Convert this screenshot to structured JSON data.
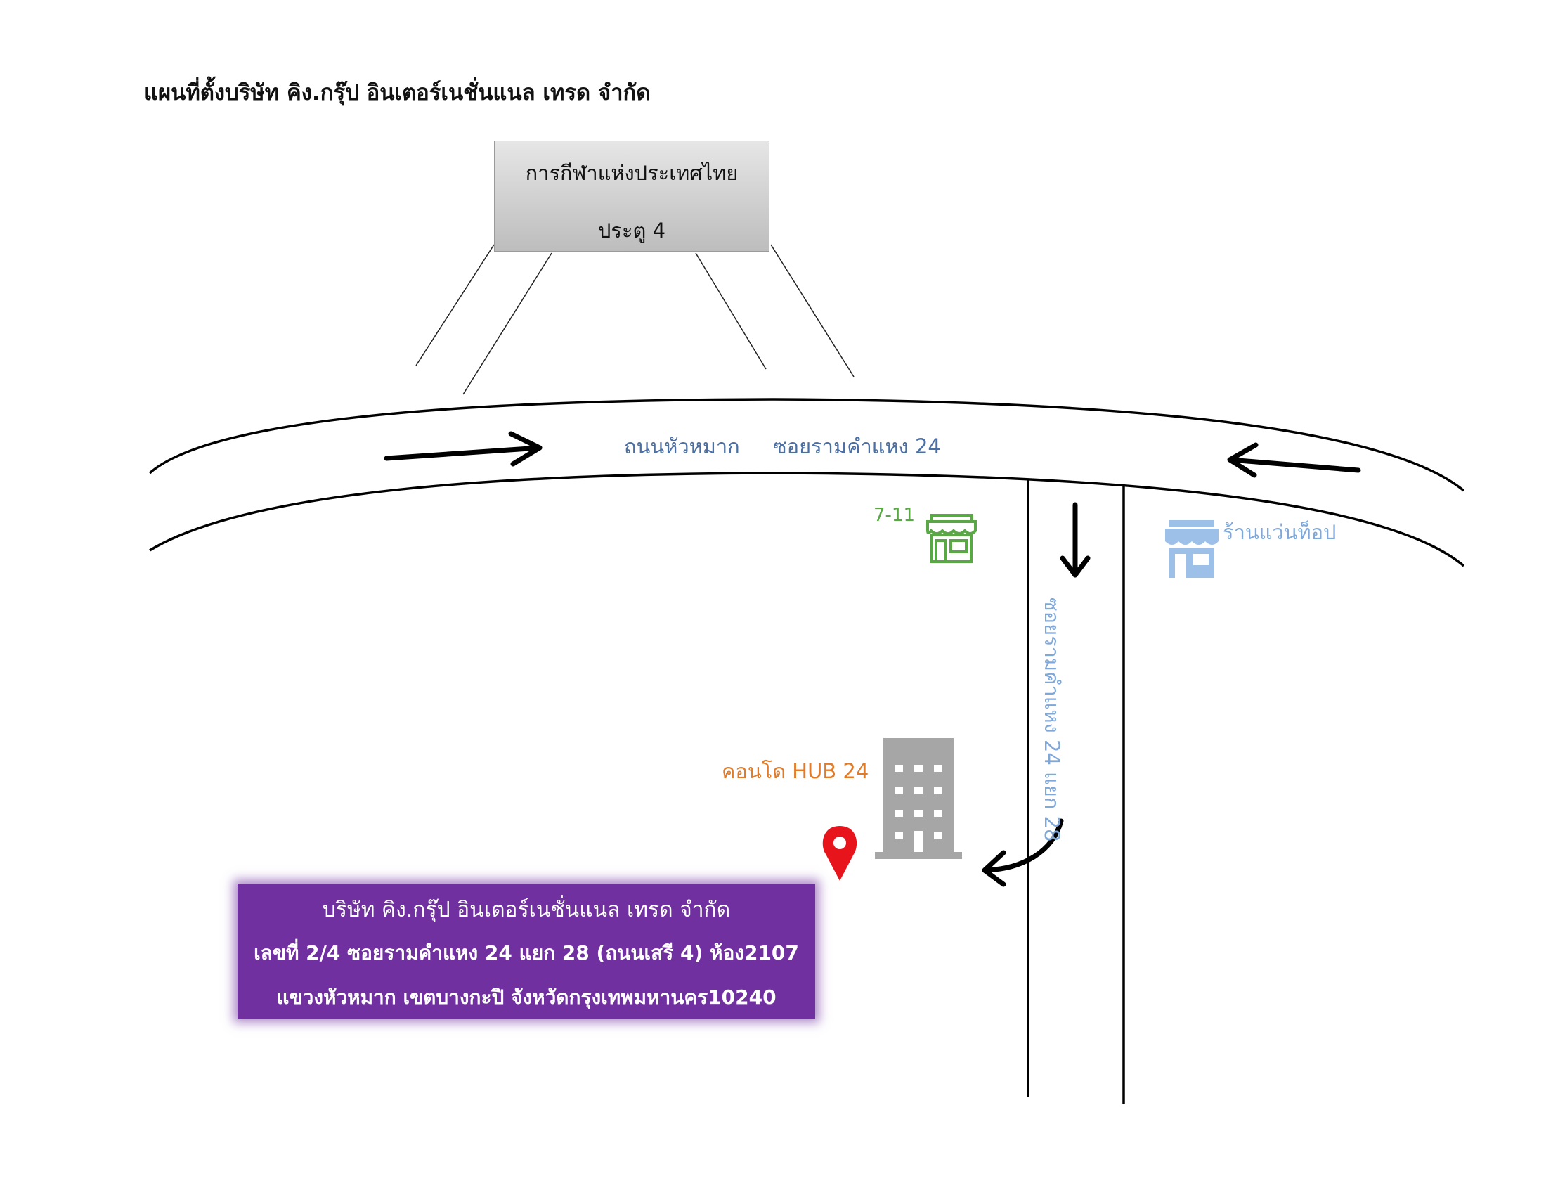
{
  "title": "แผนที่ตั้งบริษัท คิง.กรุ๊ป อินเตอร์เนชั่นแนล เทรด จำกัด",
  "gate": {
    "line1": "การกีฬาแห่งประเทศไทย",
    "line2": "ประตู 4"
  },
  "roads": {
    "main": "ถนนหัวหมาก",
    "soi": "ซอยรามคำแหง 24",
    "soi_vertical": "ซอยรามคำแหง 24 แยก 28"
  },
  "landmarks": {
    "seven_eleven": "7-11",
    "glasses_shop": "ร้านแว่นท็อป",
    "condo": "คอนโด HUB 24"
  },
  "address": {
    "line1": "บริษัท คิง.กรุ๊ป อินเตอร์เนชั่นแนล เทรด จำกัด",
    "line2": "เลขที่ 2/4 ซอยรามคำแหง 24 แยก 28 (ถนนเสรี 4) ห้อง2107",
    "line3": "แขวงหัวหมาก เขตบางกะปิ จังหวัดกรุงเทพมหานคร10240"
  },
  "colors": {
    "address_bg": "#7030a0",
    "road_label": "#4a6fa5",
    "seven_eleven": "#5aa845",
    "shop": "#7fa7d8",
    "condo": "#e07b2a",
    "pin": "#e8141c",
    "building": "#a6a6a6"
  },
  "icons": [
    "store-icon",
    "shop-icon",
    "building-icon",
    "location-pin-icon",
    "arrow-icon"
  ]
}
